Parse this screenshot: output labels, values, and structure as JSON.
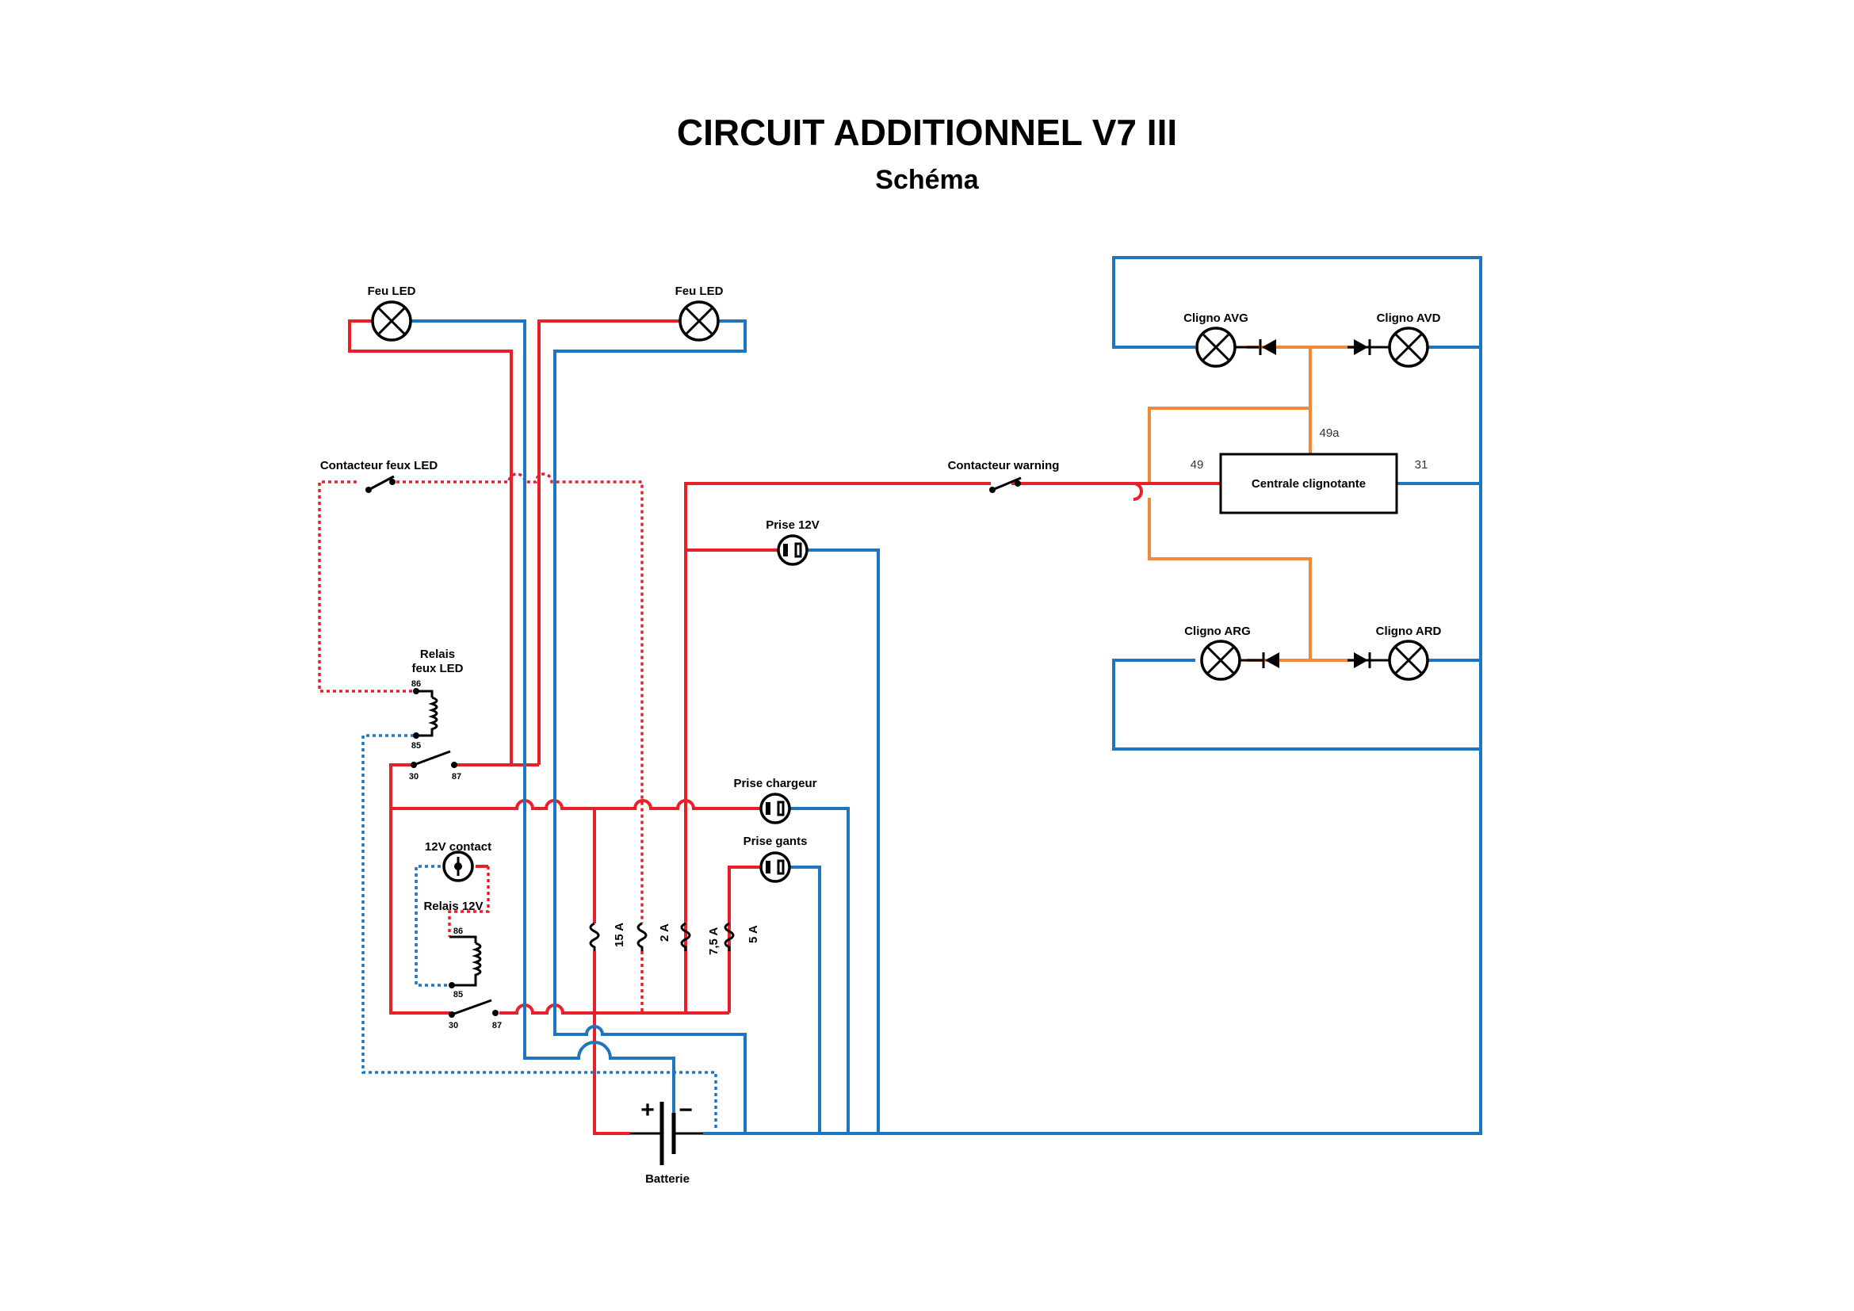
{
  "title": "CIRCUIT ADDITIONNEL V7 III",
  "subtitle": "Schéma",
  "labels": {
    "feu_led_left": "Feu LED",
    "feu_led_right": "Feu LED",
    "contacteur_feux_led": "Contacteur feux LED",
    "relais_feux_led_1": "Relais",
    "relais_feux_led_2": "feux LED",
    "contacteur_warning": "Contacteur warning",
    "prise_12v": "Prise 12V",
    "prise_chargeur": "Prise chargeur",
    "prise_gants": "Prise gants",
    "contact_12v": "12V contact",
    "relais_12v": "Relais 12V",
    "batterie": "Batterie",
    "centrale_clignotante": "Centrale clignotante",
    "cligno_avg": "Cligno AVG",
    "cligno_avd": "Cligno AVD",
    "cligno_arg": "Cligno ARG",
    "cligno_ard": "Cligno ARD",
    "battery_plus": "+",
    "battery_minus": "−"
  },
  "pins": {
    "r1_86": "86",
    "r1_85": "85",
    "r1_30": "30",
    "r1_87": "87",
    "r2_86": "86",
    "r2_85": "85",
    "r2_30": "30",
    "r2_87": "87",
    "c_49": "49",
    "c_49a": "49a",
    "c_31": "31"
  },
  "fuses": [
    "15 A",
    "2 A",
    "7,5 A",
    "5 A"
  ],
  "colors": {
    "positive": "#e8202a",
    "ground": "#1f76c0",
    "signal": "#ef8a3c"
  }
}
